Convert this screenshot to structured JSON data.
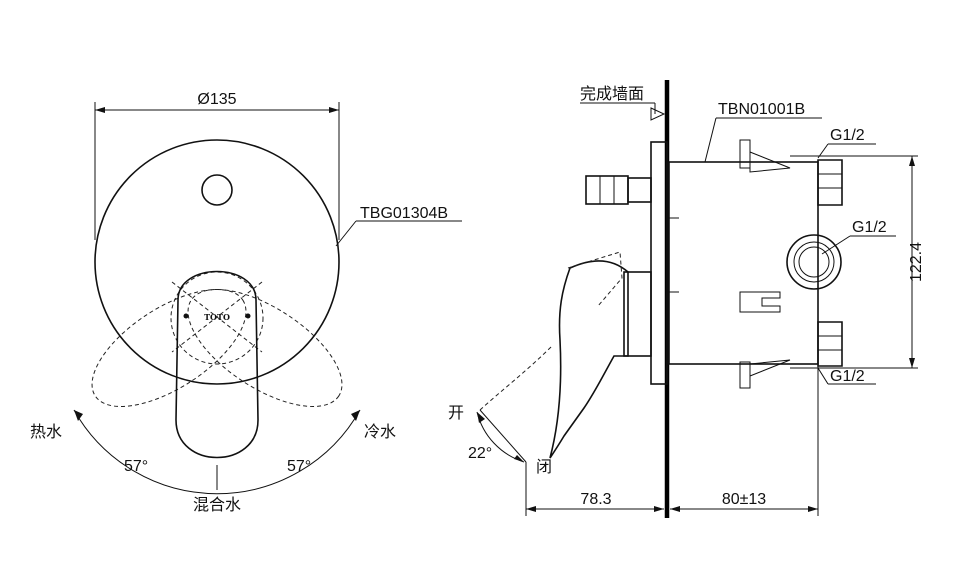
{
  "front_view": {
    "diameter_label": "Ø135",
    "cover_plate_part": "TBG01304B",
    "brand_mark": "TOTO",
    "hot_label": "热水",
    "cold_label": "冷水",
    "mixed_label": "混合水",
    "angle_left": "57°",
    "angle_right": "57°"
  },
  "side_view": {
    "finished_wall_label": "完成墙面",
    "valve_body_part": "TBN01001B",
    "top_connection": "G1/2",
    "center_connection": "G1/2",
    "bottom_connection": "G1/2",
    "height_dim": "122.4",
    "open_label": "开",
    "close_label": "闭",
    "handle_angle": "22°",
    "front_depth_dim": "78.3",
    "rear_depth_dim": "80±13"
  }
}
